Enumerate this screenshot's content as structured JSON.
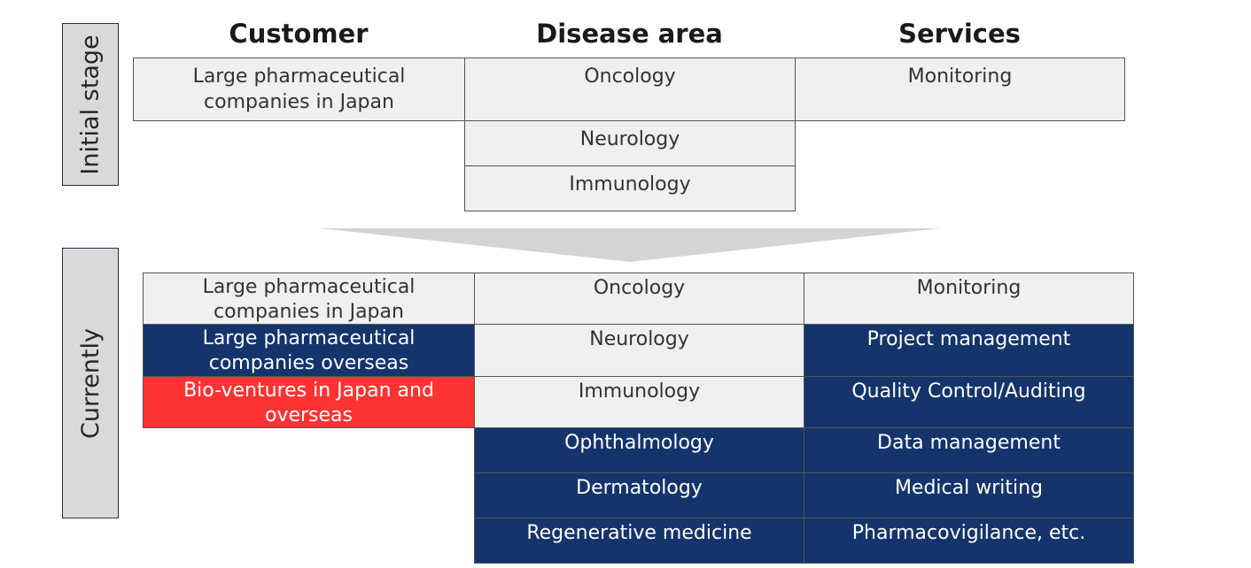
{
  "side_labels": {
    "initial": "Initial stage",
    "current": "Currently"
  },
  "headers": {
    "customer": "Customer",
    "disease": "Disease area",
    "services": "Services"
  },
  "initial": {
    "customer": [
      "Large pharmaceutical\ncompanies in Japan"
    ],
    "disease": [
      "Oncology",
      "Neurology",
      "Immunology"
    ],
    "services": [
      "Monitoring"
    ]
  },
  "current": {
    "customer": [
      "Large pharmaceutical\ncompanies in Japan",
      "Large pharmaceutical\ncompanies overseas",
      "Bio-ventures in Japan and\noverseas"
    ],
    "disease": [
      "Oncology",
      "Neurology",
      "Immunology",
      "Ophthalmology",
      "Dermatology",
      "Regenerative medicine"
    ],
    "services": [
      "Monitoring",
      "Project management",
      "Quality Control/Auditing",
      "Data management",
      "Medical writing",
      "Pharmacovigilance, etc."
    ]
  },
  "colors": {
    "navy": "#14346b",
    "red": "#ff3333",
    "light": "#f0f0f0",
    "arrow": "#d4d4d4"
  }
}
